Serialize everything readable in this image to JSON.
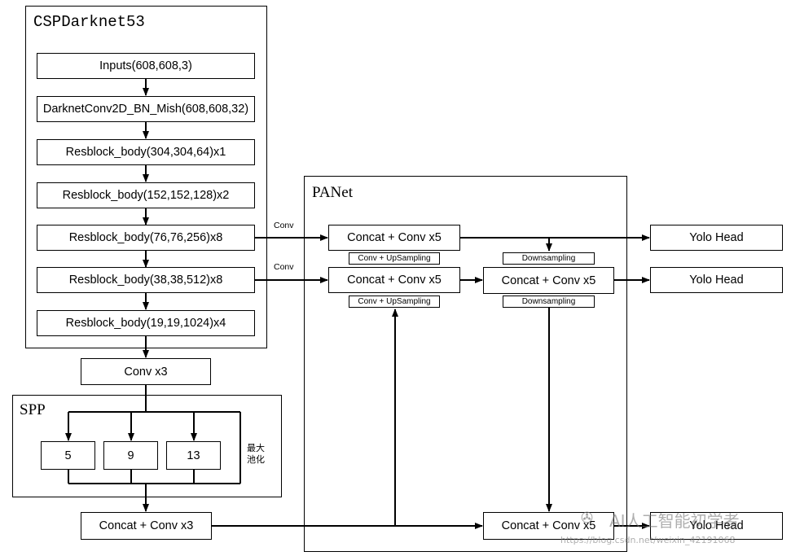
{
  "groups": {
    "backbone": "CSPDarknet53",
    "neck": "PANet",
    "spp": "SPP"
  },
  "backbone_blocks": [
    "Inputs(608,608,3)",
    "DarknetConv2D_BN_Mish(608,608,32)",
    "Resblock_body(304,304,64)x1",
    "Resblock_body(152,152,128)x2",
    "Resblock_body(76,76,256)x8",
    "Resblock_body(38,38,512)x8",
    "Resblock_body(19,19,1024)x4"
  ],
  "spp_block": {
    "conv": "Conv x3",
    "pools": [
      "5",
      "9",
      "13"
    ],
    "pool_note": "最大池化",
    "concat": "Concat + Conv x3"
  },
  "panet": {
    "left_top": "Concat + Conv x5",
    "left_mid": "Concat + Conv x5",
    "right_mid": "Concat + Conv x5",
    "right_bottom": "Concat + Conv x5",
    "conv_up_1": "Conv + UpSampling",
    "conv_up_2": "Conv + UpSampling",
    "down_1": "Downsampling",
    "down_2": "Downsampling"
  },
  "edge_labels": {
    "conv_top": "Conv",
    "conv_mid": "Conv"
  },
  "heads": [
    "Yolo Head",
    "Yolo Head",
    "Yolo Head"
  ],
  "watermark": {
    "brand": "AI人工智能初学者",
    "url": "https://blog.csdn.net/weixin_42191068"
  }
}
